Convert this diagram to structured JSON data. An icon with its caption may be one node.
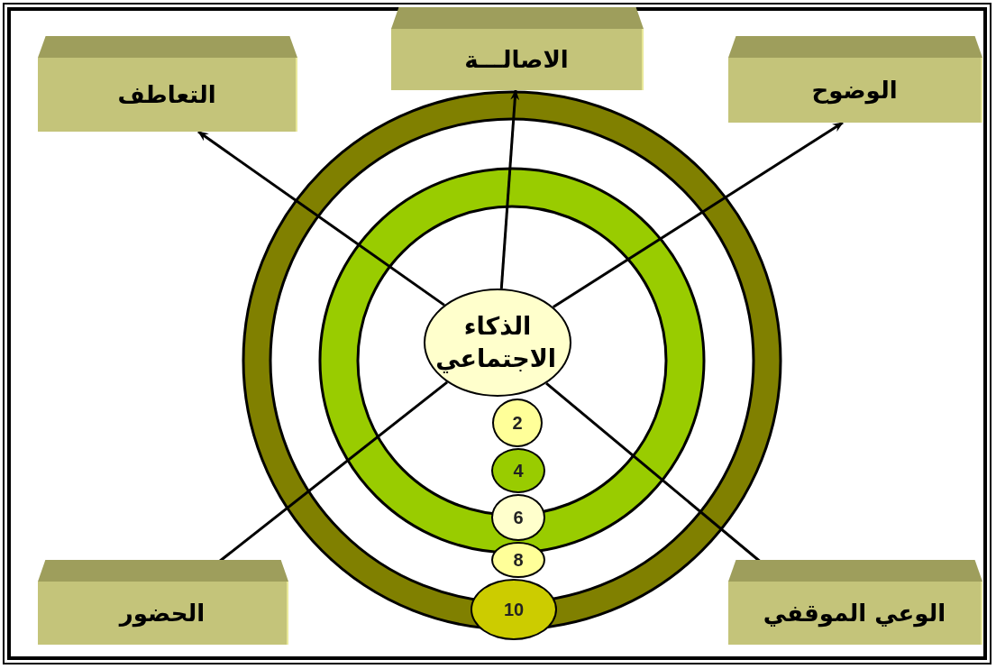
{
  "diagram": {
    "nodes": [
      {
        "text": [
          "الذكاء الاجتماعي"
        ]
      },
      {
        "text": [
          "التعاطف"
        ]
      },
      {
        "text": [
          "الاصالـــة"
        ]
      },
      {
        "text": [
          "الوضوح"
        ]
      },
      {
        "text": [
          "الحضور"
        ]
      },
      {
        "text": [
          "الوعي الموقفي"
        ]
      },
      {
        "text": [
          "2"
        ]
      },
      {
        "text": [
          "4"
        ]
      },
      {
        "text": [
          "6"
        ]
      },
      {
        "text": [
          "8"
        ]
      },
      {
        "text": [
          "10"
        ]
      }
    ],
    "edges": [
      {
        "from": 0,
        "to": 1,
        "arrow": "to"
      },
      {
        "from": 0,
        "to": 2,
        "arrow": "to"
      },
      {
        "from": 0,
        "to": 3,
        "arrow": "to"
      },
      {
        "from": 0,
        "to": 4,
        "arrow": "to"
      },
      {
        "from": 0,
        "to": 5,
        "arrow": "to"
      }
    ]
  }
}
